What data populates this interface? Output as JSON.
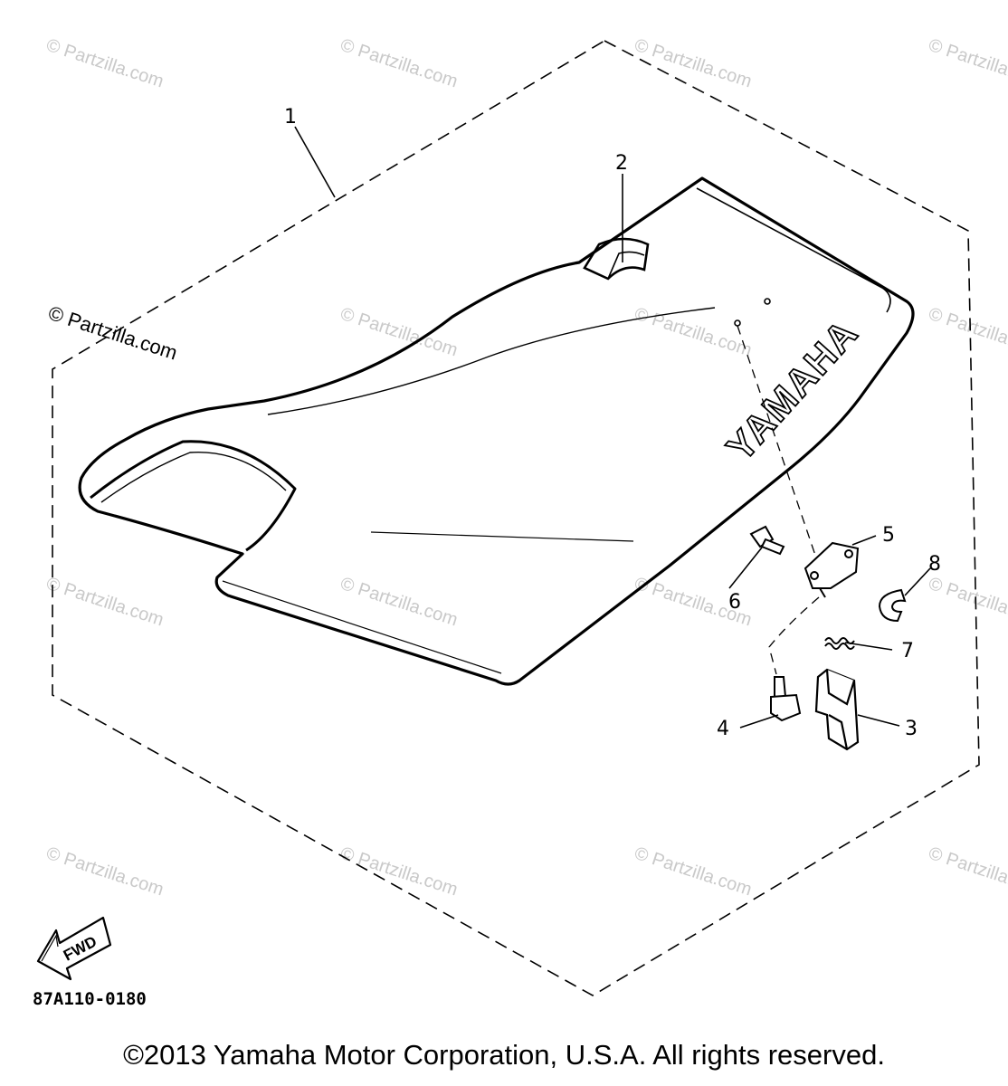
{
  "callouts": {
    "c1": "1",
    "c2": "2",
    "c3": "3",
    "c4": "4",
    "c5": "5",
    "c6": "6",
    "c7": "7",
    "c8": "8"
  },
  "seat_logo_text": "YAMAHA",
  "fwd_label": "FWD",
  "diagram_code": "87A110-0180",
  "watermark": "© Partzilla.com",
  "copyright": "©2013 Yamaha Motor Corporation, U.S.A. All rights reserved.",
  "colors": {
    "line": "#000000",
    "watermark": "#c9c9c9",
    "background": "#ffffff"
  }
}
